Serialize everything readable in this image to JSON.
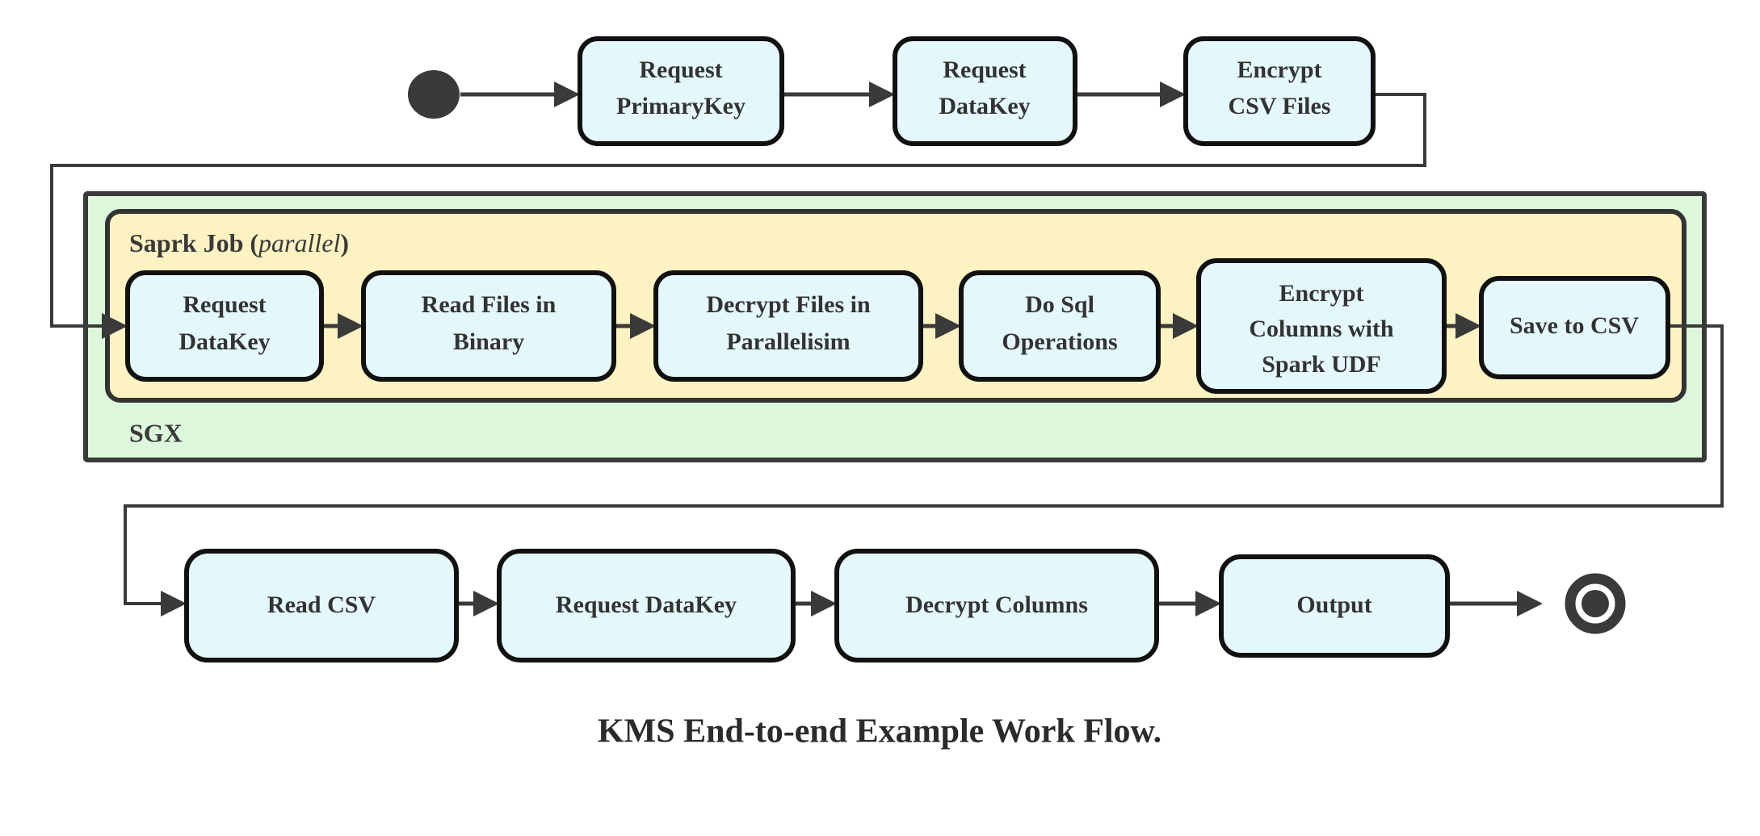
{
  "diagram": {
    "title": "KMS End-to-end Example Work Flow.",
    "type": "uml-activity-flowchart",
    "colors": {
      "node_fill": "#e4f8fb",
      "node_stroke": "#111111",
      "sgx_fill": "#ddf7dd",
      "spark_fill": "#fdf3c2",
      "edge": "#3a3a3a",
      "text": "#333333",
      "background": "#ffffff"
    },
    "start_node": {
      "name": "start",
      "shape": "filled-circle"
    },
    "end_node": {
      "name": "end",
      "shape": "ringed-filled-circle"
    },
    "containers": [
      {
        "id": "sgx",
        "label": "SGX",
        "label_position": "bottom-left",
        "fill": "#ddf7dd"
      },
      {
        "id": "spark",
        "label": "Saprk Job",
        "label_suffix_open": "(",
        "label_italic": "parallel",
        "label_suffix_close": ")",
        "label_position": "top-left",
        "fill": "#fdf3c2"
      }
    ],
    "rows": {
      "top": {
        "name": "top-row",
        "nodes": [
          {
            "id": "request-primarykey",
            "lines": [
              "Request",
              "PrimaryKey"
            ]
          },
          {
            "id": "request-datakey-top",
            "lines": [
              "Request",
              "DataKey"
            ]
          },
          {
            "id": "encrypt-csv-files",
            "lines": [
              "Encrypt",
              "CSV Files"
            ]
          }
        ]
      },
      "spark": {
        "name": "spark-row",
        "nodes": [
          {
            "id": "request-datakey-spark",
            "lines": [
              "Request",
              "DataKey"
            ]
          },
          {
            "id": "read-files-in-binary",
            "lines": [
              "Read Files in",
              "Binary"
            ]
          },
          {
            "id": "decrypt-files-in-parallelisim",
            "lines": [
              "Decrypt Files in",
              "Parallelisim"
            ]
          },
          {
            "id": "do-sql-operations",
            "lines": [
              "Do Sql",
              "Operations"
            ]
          },
          {
            "id": "encrypt-columns-spark-udf",
            "lines": [
              "Encrypt",
              "Columns with",
              "Spark UDF"
            ]
          },
          {
            "id": "save-to-csv",
            "lines": [
              "Save to CSV"
            ]
          }
        ]
      },
      "bottom": {
        "name": "bottom-row",
        "nodes": [
          {
            "id": "read-csv",
            "lines": [
              "Read CSV"
            ]
          },
          {
            "id": "request-datakey-bottom",
            "lines": [
              "Request DataKey"
            ]
          },
          {
            "id": "decrypt-columns",
            "lines": [
              "Decrypt Columns"
            ]
          },
          {
            "id": "output",
            "lines": [
              "Output"
            ]
          }
        ]
      }
    }
  }
}
